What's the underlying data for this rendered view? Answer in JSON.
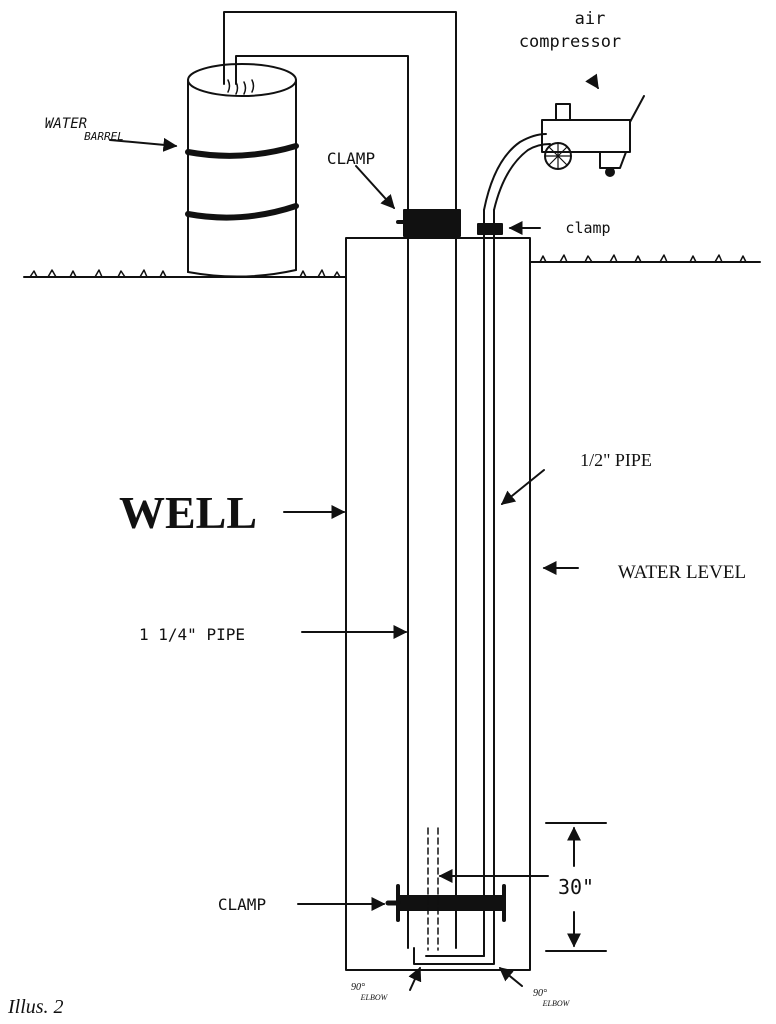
{
  "labels": {
    "air_compressor_line1": "air",
    "air_compressor_line2": "compressor",
    "water_barrel_line1": "WATER",
    "water_barrel_line2": "BARREL",
    "clamp_top": "CLAMP",
    "clamp_small": "clamp",
    "half_inch_pipe": "1/2\" PIPE",
    "well": "WELL",
    "water_level": "WATER LEVEL",
    "one_quarter_pipe": "1 1/4\" PIPE",
    "clamp_bottom": "CLAMP",
    "depth_30": "30\"",
    "elbow_left_line1": "90°",
    "elbow_left_line2": "ELBOW",
    "elbow_right_line1": "90°",
    "elbow_right_line2": "ELBOW",
    "caption": "Illus. 2"
  },
  "colors": {
    "ink": "#111111",
    "paper": "#ffffff"
  }
}
